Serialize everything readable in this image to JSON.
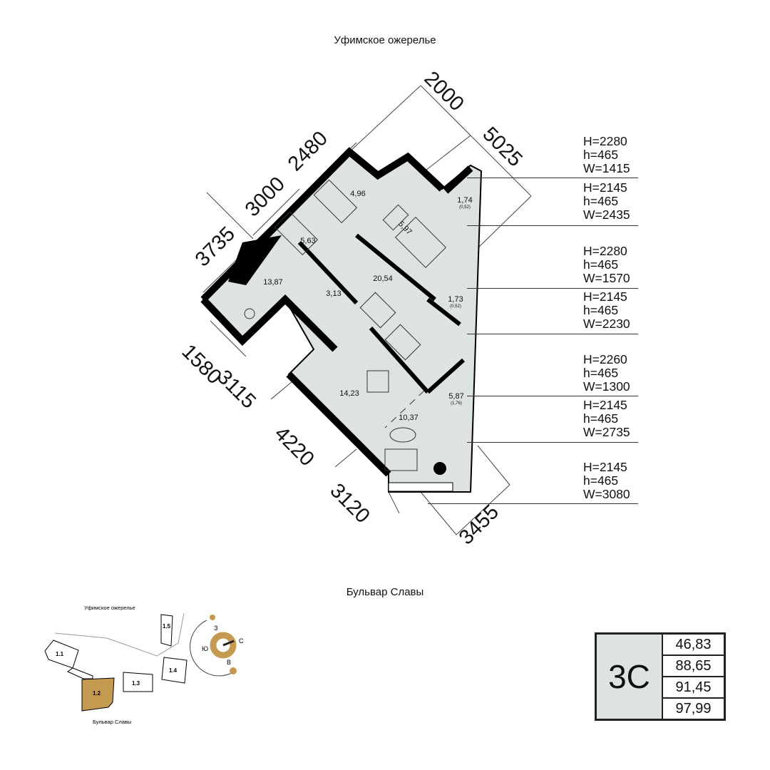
{
  "streets": {
    "top": "Уфимское ожерелье",
    "bottom": "Бульвар Славы"
  },
  "dimensions": [
    "2000",
    "5025",
    "2480",
    "3000",
    "3735",
    "1580",
    "3115",
    "4220",
    "3120",
    "3455"
  ],
  "rooms": [
    {
      "area": "4,96"
    },
    {
      "area": "5,63"
    },
    {
      "area": "13,87"
    },
    {
      "area": "5,97"
    },
    {
      "area": "1,74",
      "sub": "(0,52)"
    },
    {
      "area": "20,54"
    },
    {
      "area": "3,13"
    },
    {
      "area": "1,73",
      "sub": "(0,52)"
    },
    {
      "area": "14,23"
    },
    {
      "area": "10,37"
    },
    {
      "area": "5,87",
      "sub": "(1,76)"
    }
  ],
  "windows": [
    {
      "H": "H=2280",
      "h": "h=465",
      "W": "W=1415"
    },
    {
      "H": "H=2145",
      "h": "h=465",
      "W": "W=2435"
    },
    {
      "H": "H=2280",
      "h": "h=465",
      "W": "W=1570"
    },
    {
      "H": "H=2145",
      "h": "h=465",
      "W": "W=2230"
    },
    {
      "H": "H=2260",
      "h": "h=465",
      "W": "W=1300"
    },
    {
      "H": "H=2145",
      "h": "h=465",
      "W": "W=2735"
    },
    {
      "H": "H=2145",
      "h": "h=465",
      "W": "W=3080"
    }
  ],
  "site_plan": {
    "top_street": "Уфимское ожерелье",
    "bottom_street": "Бульвар Славы",
    "buildings": [
      "1.1",
      "1.2",
      "1.3",
      "1.4",
      "1.5"
    ],
    "highlight": "1.2",
    "highlight_color": "#c49a50"
  },
  "compass": {
    "w": "З",
    "n": "С",
    "s": "Ю",
    "e": "В",
    "color": "#c49a50"
  },
  "legend": {
    "type": "3С",
    "values": [
      "46,83",
      "88,65",
      "91,45",
      "97,99"
    ]
  }
}
